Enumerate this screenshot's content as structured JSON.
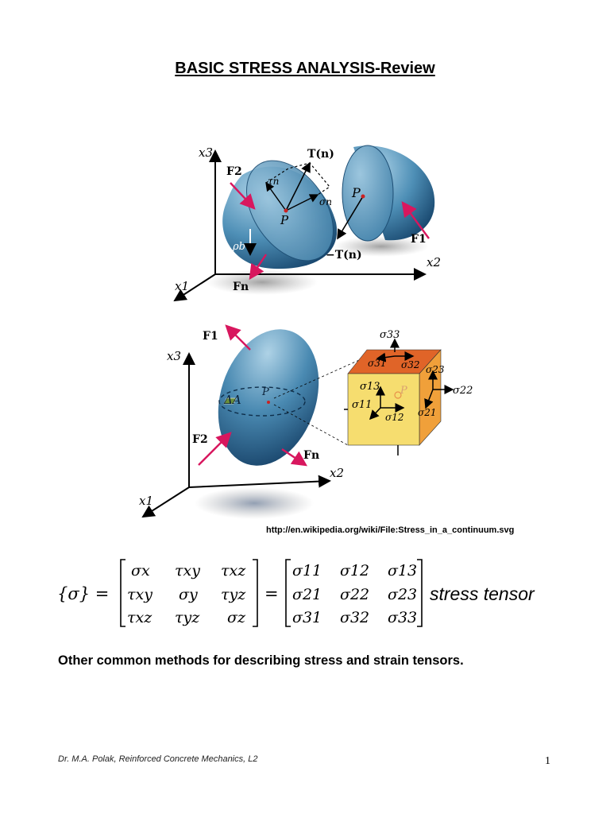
{
  "document": {
    "title": "BASIC STRESS ANALYSIS-Review",
    "source_url": "http://en.wikipedia.org/wiki/File:Stress_in_a_continuum.svg",
    "equation": {
      "lhs": "{σ} =",
      "eq2": "=",
      "matrix_a": [
        [
          "σx",
          "τxy",
          "τxz"
        ],
        [
          "τxy",
          "σy",
          "τyz"
        ],
        [
          "τxz",
          "τyz",
          "σz"
        ]
      ],
      "matrix_b": [
        [
          "σ11",
          "σ12",
          "σ13"
        ],
        [
          "σ21",
          "σ22",
          "σ23"
        ],
        [
          "σ31",
          "σ32",
          "σ33"
        ]
      ],
      "label": "stress tensor"
    },
    "subheading": "Other common methods for describing stress and strain tensors.",
    "footer": "Dr. M.A. Polak,  Reinforced Concrete Mechanics, L2",
    "page_number": "1"
  },
  "figure_top": {
    "x3": "x3",
    "x1": "x1",
    "x2": "x2",
    "f2": "F2",
    "f1": "F1",
    "fn": "Fn",
    "t": "T(n)",
    "t_neg": "−T(n)",
    "tau_n": "τn",
    "sigma_n": "σn",
    "p_left": "P",
    "p_right": "P",
    "rho_b": "ρb"
  },
  "figure_bottom": {
    "x3": "x3",
    "x1": "x1",
    "x2": "x2",
    "f1": "F1",
    "f2": "F2",
    "fn": "Fn",
    "delta_a": "ΔA",
    "p": "P",
    "p_cube": "P",
    "s33": "σ33",
    "s31": "σ31",
    "s32": "σ32",
    "s23": "σ23",
    "s22": "σ22",
    "s13": "σ13",
    "s11": "σ11",
    "s12": "σ12",
    "s21": "σ21"
  },
  "colors": {
    "body_blue": "#2f6f96",
    "force_arrow": "#d8175e",
    "cube_front": "#f6dd6f",
    "cube_top": "#e06428",
    "cube_side": "#f0a03a"
  }
}
